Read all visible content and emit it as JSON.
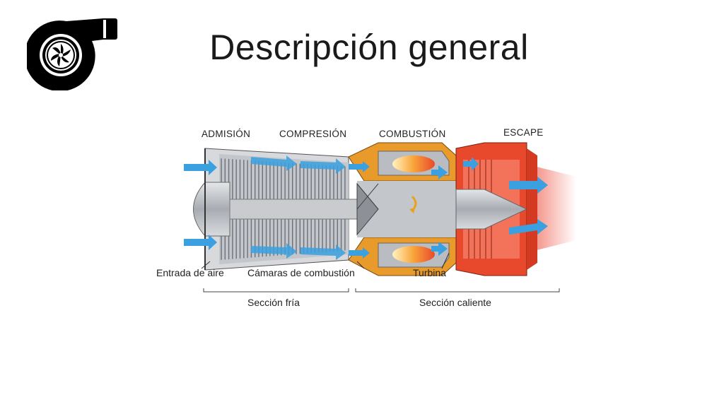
{
  "slide": {
    "title": "Descripción general"
  },
  "logo": {
    "icon": "turbocharger-icon"
  },
  "diagram": {
    "sections": {
      "intake": "ADMISIÓN",
      "compression": "COMPRESIÓN",
      "combustion": "COMBUSTIÓN",
      "exhaust": "ESCAPE"
    },
    "parts": {
      "air_inlet": "Entrada de aire",
      "combustion_chambers": "Cámaras de combustión",
      "turbine": "Turbina"
    },
    "halves": {
      "cold": "Sección fría",
      "hot": "Sección caliente"
    },
    "colors": {
      "airflow": "#3aa0e0",
      "cold_metal": "#b8bcc2",
      "combustion": "#f39a1e",
      "hot_section": "#e8492c"
    }
  }
}
